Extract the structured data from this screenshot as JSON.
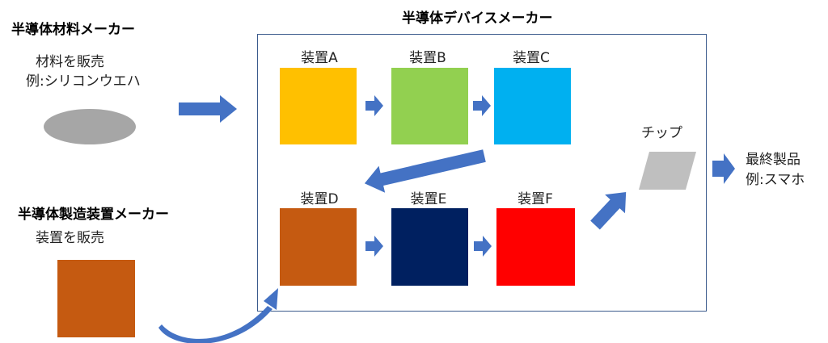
{
  "material_maker": {
    "title": "半導体材料メーカー",
    "line1": "材料を販売",
    "line2": "例:シリコンウエハ"
  },
  "equipment_maker": {
    "title": "半導体製造装置メーカー",
    "line1": "装置を販売"
  },
  "device_maker": {
    "title": "半導体デバイスメーカー"
  },
  "equipment": [
    {
      "label": "装置A",
      "color": "#FFC000"
    },
    {
      "label": "装置B",
      "color": "#92D050"
    },
    {
      "label": "装置C",
      "color": "#00B0F0"
    },
    {
      "label": "装置D",
      "color": "#C55A11"
    },
    {
      "label": "装置E",
      "color": "#002060"
    },
    {
      "label": "装置F",
      "color": "#FF0000"
    }
  ],
  "chip": {
    "label": "チップ",
    "color": "#BFBFBF"
  },
  "final_product": {
    "line1": "最終製品",
    "line2": "例:スマホ"
  },
  "colors": {
    "arrow": "#4472C4",
    "wafer": "#A6A6A6",
    "equipment_sold": "#C55A11",
    "frame": "#3A5A8C"
  }
}
